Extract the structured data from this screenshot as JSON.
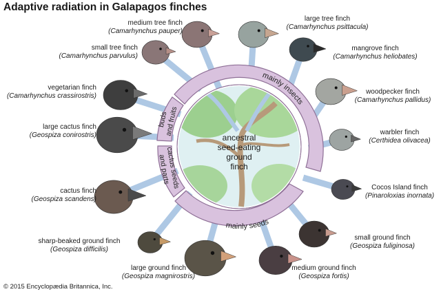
{
  "title": "Adaptive radiation in Galapagos finches",
  "copyright": "© 2015 Encyclopædia Britannica, Inc.",
  "center": {
    "line1": "ancestral",
    "line2": "seed-eating",
    "line3": "ground",
    "line4": "finch"
  },
  "segments": {
    "insects": "mainly insects",
    "seeds": "mainly seeds",
    "buds_1": "buds",
    "buds_2": "and fruits",
    "cactus_1": "cactus seeds",
    "cactus_2": "and parts"
  },
  "finches": [
    {
      "common": "medium tree finch",
      "scientific": "(Camarhynchus pauper)"
    },
    {
      "common": "large tree finch",
      "scientific": "(Camarhynchus psittacula)"
    },
    {
      "common": "small tree finch",
      "scientific": "(Camarhynchus parvulus)"
    },
    {
      "common": "mangrove finch",
      "scientific": "(Camarhynchus heliobates)"
    },
    {
      "common": "vegetarian finch",
      "scientific": "(Camarhynchus crassirostris)"
    },
    {
      "common": "woodpecker finch",
      "scientific": "(Camarhynchus pallidus)"
    },
    {
      "common": "large cactus finch",
      "scientific": "(Geospiza conirostris)"
    },
    {
      "common": "warbler finch",
      "scientific": "(Certhidea olivacea)"
    },
    {
      "common": "cactus finch",
      "scientific": "(Geospiza scandens)"
    },
    {
      "common": "Cocos Island finch",
      "scientific": "(Pinaroloxias inornata)"
    },
    {
      "common": "sharp-beaked ground finch",
      "scientific": "(Geospiza difficilis)"
    },
    {
      "common": "small ground finch",
      "scientific": "(Geospiza fuliginosa)"
    },
    {
      "common": "large ground finch",
      "scientific": "(Geospiza magnirostris)"
    },
    {
      "common": "medium ground finch",
      "scientific": "(Geospiza fortis)"
    }
  ],
  "colors": {
    "ring": "#d9c2de",
    "ring_stroke": "#8e6f96",
    "spoke": "#aec8e4",
    "spoke_stroke": "#7d9fc4",
    "leaf": "#9ccf8f",
    "sky": "#dff0f2",
    "branch": "#b79a7a"
  }
}
